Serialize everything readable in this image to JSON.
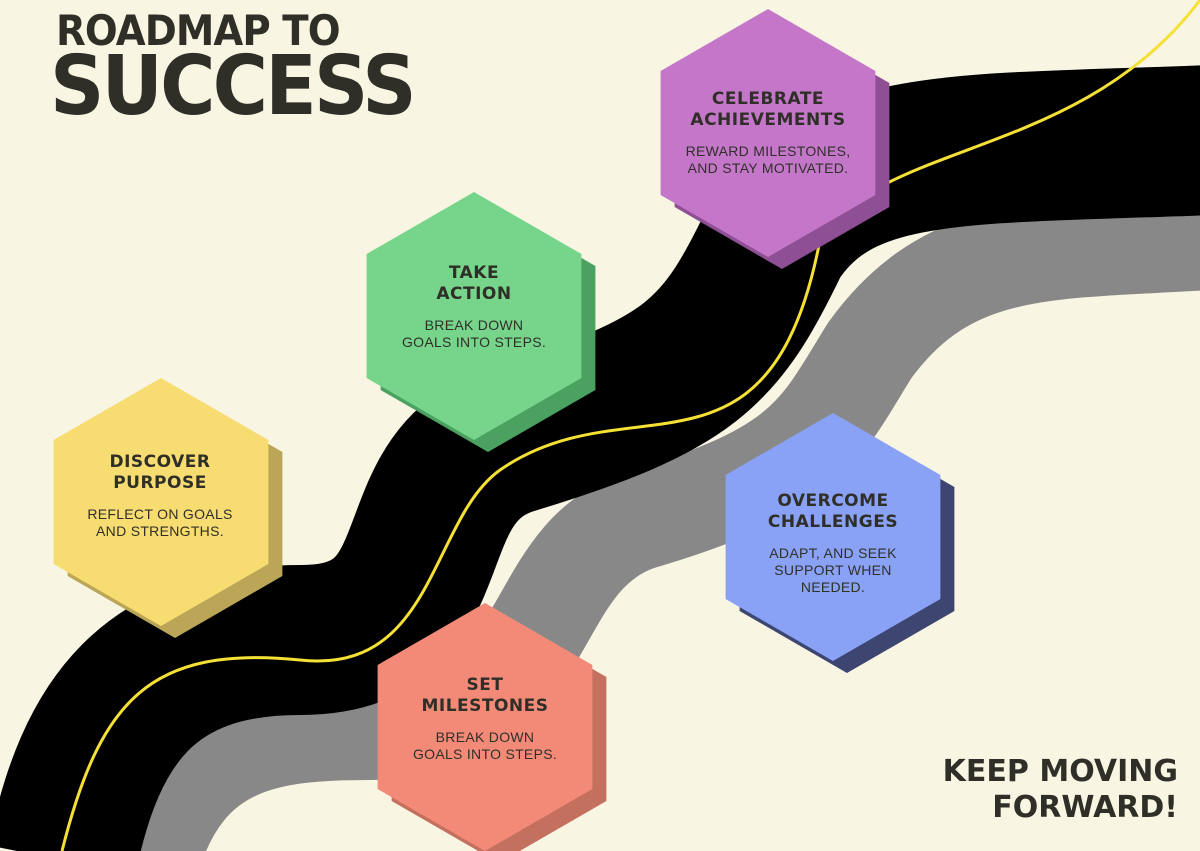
{
  "title": {
    "line1": "ROADMAP TO",
    "line2": "SUCCESS"
  },
  "steps": [
    {
      "title": "DISCOVER\nPURPOSE",
      "desc": "REFLECT ON GOALS\nAND STRENGTHS.",
      "color": "#f7dc72",
      "shadow": "#bba657"
    },
    {
      "title": "SET\nMILESTONES",
      "desc": "BREAK DOWN\nGOALS INTO STEPS.",
      "color": "#f38a78",
      "shadow": "#c4705f"
    },
    {
      "title": "TAKE\nACTION",
      "desc": "BREAK DOWN\nGOALS INTO STEPS.",
      "color": "#76d58b",
      "shadow": "#4aa160"
    },
    {
      "title": "OVERCOME\nCHALLENGES",
      "desc": "ADAPT, AND SEEK\nSUPPORT WHEN\nNEEDED.",
      "color": "#8aa2f6",
      "shadow": "#3c4670"
    },
    {
      "title": "CELEBRATE\nACHIEVEMENTS",
      "desc": "REWARD MILESTONES,\nAND STAY MOTIVATED.",
      "color": "#c477c9",
      "shadow": "#8f4f94"
    }
  ],
  "footer": "KEEP MOVING\nFORWARD!",
  "colors": {
    "background": "#f8f5e3",
    "road": "#000000",
    "road_shadow": "#888888",
    "center_line": "#f5e135",
    "text": "#2f2f28"
  }
}
